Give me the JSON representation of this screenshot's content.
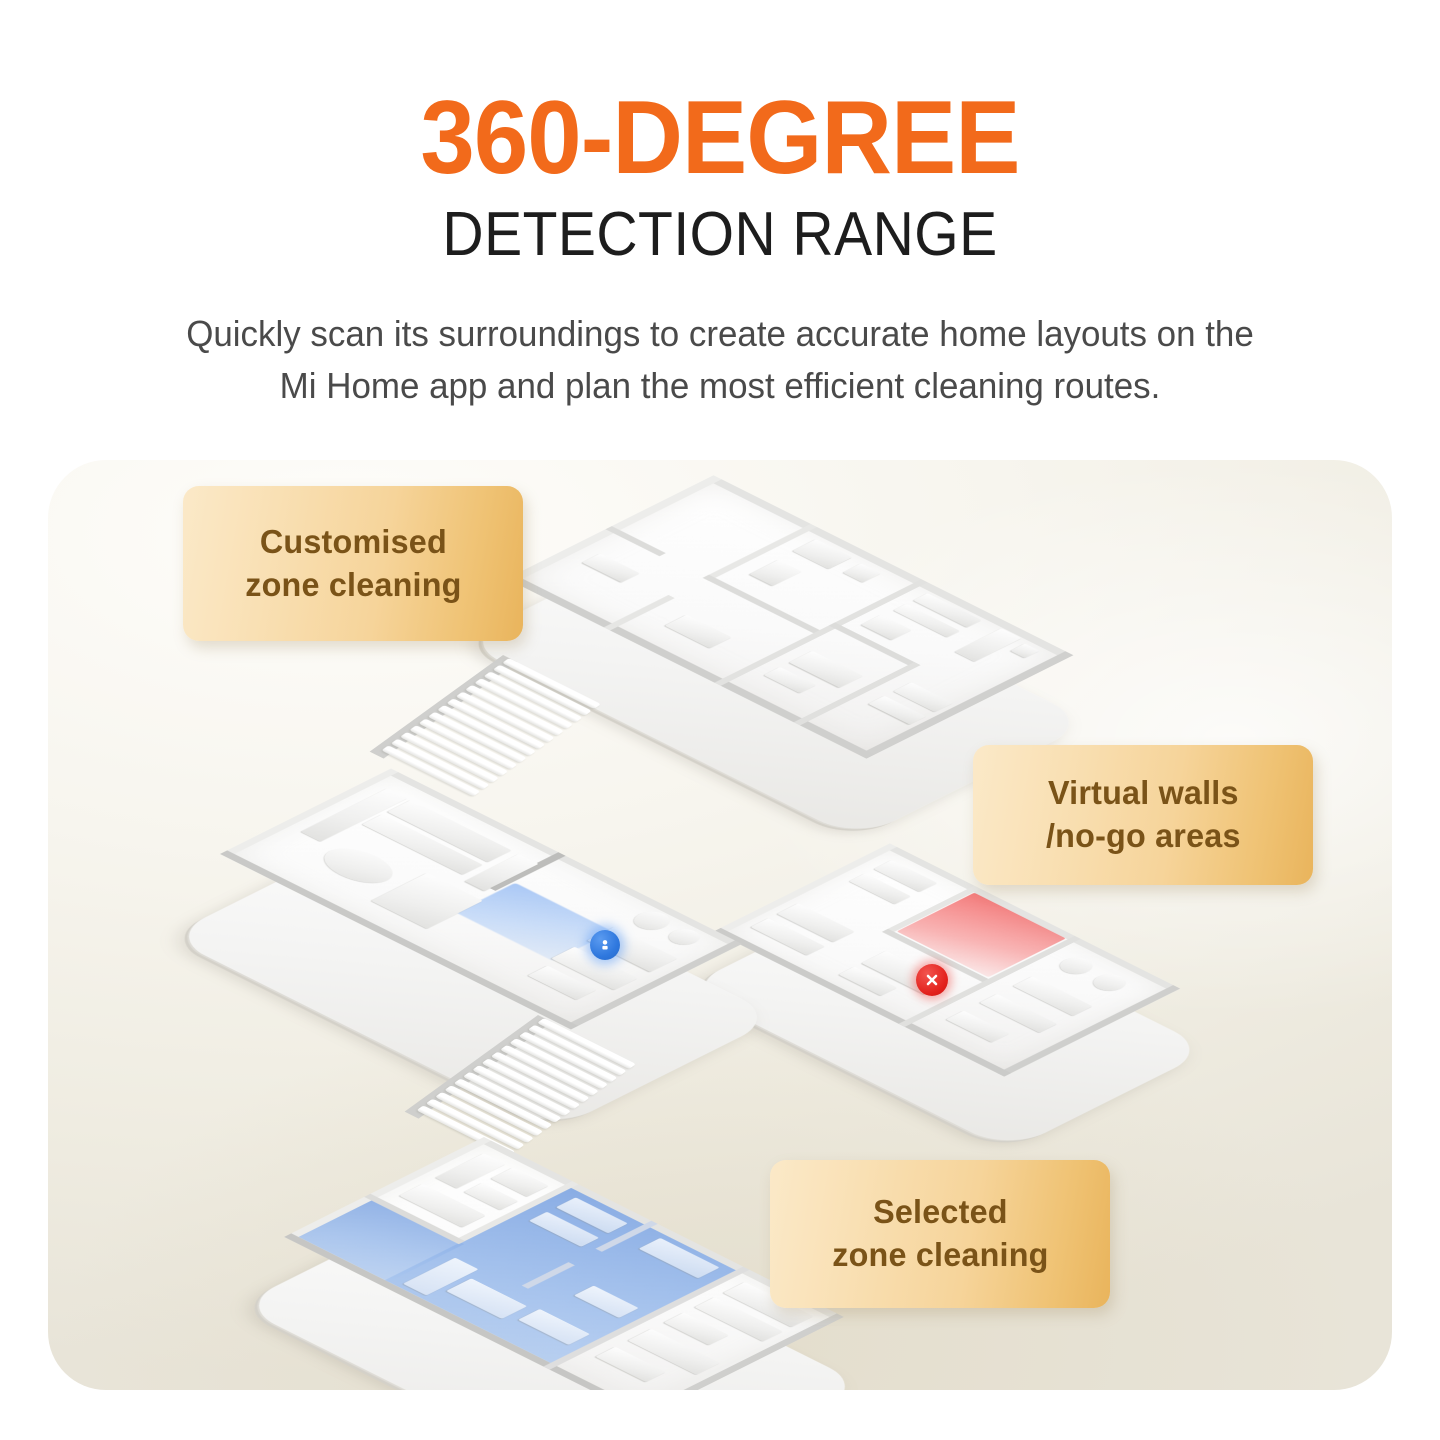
{
  "header": {
    "title_main": "360-DEGREE",
    "title_sub": "DETECTION RANGE",
    "subtitle": "Quickly scan its surroundings to create accurate home layouts on the Mi Home app and plan the most efficient cleaning routes.",
    "title_color": "#F26A1B",
    "subtitle_color": "#4a4a4a"
  },
  "scene": {
    "background_color": "#f4f2ea",
    "callout_text_color": "#7a5318",
    "callout_gradient_from": "#fbe9c8",
    "callout_gradient_to": "#e9b45c",
    "zone_blue_color": "#7ea8e6",
    "zone_red_color": "#e3211c",
    "badge_blue_color": "#2f78de",
    "badge_red_color": "#e3211c"
  },
  "callouts": [
    {
      "id": "customised-zone-cleaning",
      "label": "Customised\nzone cleaning"
    },
    {
      "id": "virtual-walls-no-go-areas",
      "label": "Virtual walls\n/no-go areas"
    },
    {
      "id": "selected-zone-cleaning",
      "label": "Selected\nzone cleaning"
    }
  ],
  "floors": [
    {
      "id": "top-floor",
      "name": "Top floor plan"
    },
    {
      "id": "middle-left-floor",
      "name": "Living room floor plan"
    },
    {
      "id": "middle-right-floor",
      "name": "No-go area floor plan"
    },
    {
      "id": "bottom-floor",
      "name": "Selected zone floor plan"
    }
  ],
  "icons": {
    "blue_zone_badge": "pin-icon",
    "red_zone_badge": "close-icon"
  }
}
